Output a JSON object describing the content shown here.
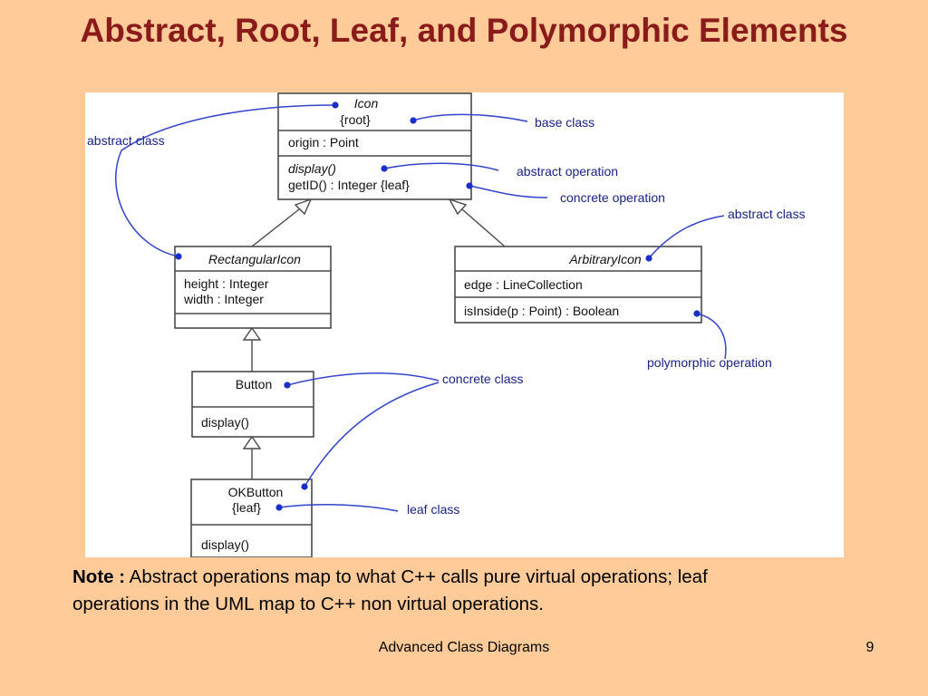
{
  "title": "Abstract, Root, Leaf, and Polymorphic Elements",
  "diagram": {
    "classes": {
      "icon": {
        "name": "Icon",
        "property": "{root}",
        "attributes": [
          "origin : Point"
        ],
        "operations": [
          "display()",
          "getID() : Integer {leaf}"
        ]
      },
      "rectangular_icon": {
        "name": "RectangularIcon",
        "attributes": [
          "height : Integer",
          "width : Integer"
        ]
      },
      "arbitrary_icon": {
        "name": "ArbitraryIcon",
        "attributes": [
          "edge : LineCollection"
        ],
        "operations": [
          "isInside(p : Point) : Boolean"
        ]
      },
      "button": {
        "name": "Button",
        "operations": [
          "display()"
        ]
      },
      "ok_button": {
        "name": "OKButton",
        "property": "{leaf}",
        "operations": [
          "display()"
        ]
      }
    },
    "annotations": {
      "abstract_class_left": "abstract class",
      "base_class": "base class",
      "abstract_operation": "abstract operation",
      "concrete_operation": "concrete operation",
      "abstract_class_right": "abstract class",
      "polymorphic_operation": "polymorphic operation",
      "concrete_class": "concrete class",
      "leaf_class": "leaf class"
    }
  },
  "note": {
    "label": "Note :",
    "text": "Abstract operations map to what C++ calls pure virtual operations; leaf operations in the UML map to C++ non virtual operations."
  },
  "footer": {
    "label": "Advanced Class Diagrams",
    "page_number": "9"
  },
  "colors": {
    "background": "#FFCC99",
    "title": "#8B1A1A",
    "annotation": "#1a2288",
    "callout_dot": "#1a2ec8"
  }
}
